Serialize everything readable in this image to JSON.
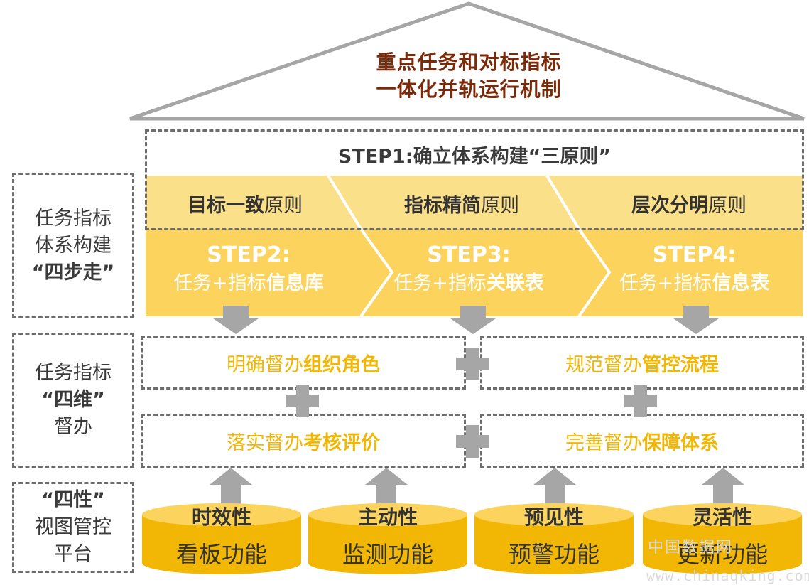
{
  "roof": {
    "title_line1": "重点任务和对标指标",
    "title_line2": "一体化并轨运行机制"
  },
  "step1": {
    "title": "STEP1:确立体系构建“三原则”",
    "principles": [
      {
        "bold": "目标一致",
        "rest": "原则"
      },
      {
        "bold": "指标精简",
        "rest": "原则"
      },
      {
        "bold": "层次分明",
        "rest": "原则"
      }
    ]
  },
  "steps": [
    {
      "step": "STEP2:",
      "prefix": "任务+指标",
      "bold": "信息库"
    },
    {
      "step": "STEP3:",
      "prefix": "任务+指标",
      "bold": "关联表"
    },
    {
      "step": "STEP4:",
      "prefix": "任务+指标",
      "bold": "信息表"
    }
  ],
  "side_labels": {
    "four_steps": {
      "line1": "任务指标",
      "line2": "体系构建",
      "line3": "“四步走”"
    },
    "four_dims": {
      "line1": "任务指标",
      "line2": "“四维”",
      "line3": "督办"
    },
    "four_props": {
      "line1": "“四性”",
      "line2": "视图管控",
      "line3": "平台"
    }
  },
  "dimensions": [
    {
      "prefix": "明确督办",
      "bold": "组织角色"
    },
    {
      "prefix": "规范督办",
      "bold": "管控流程"
    },
    {
      "prefix": "落实督办",
      "bold": "考核评价"
    },
    {
      "prefix": "完善督办",
      "bold": "保障体系"
    }
  ],
  "cylinders": [
    {
      "title": "时效性",
      "func": "看板功能"
    },
    {
      "title": "主动性",
      "func": "监测功能"
    },
    {
      "title": "预见性",
      "func": "预警功能"
    },
    {
      "title": "灵活性",
      "func": "更新功能"
    }
  ],
  "watermark": {
    "cn": "中国数据网",
    "url": "www.chinaqking.com"
  },
  "colors": {
    "yellow": "#f2b705",
    "light_yellow": "#fbd35d",
    "band": "#fbe08a",
    "gray": "#a6a6a6",
    "dash": "#6d6d6d",
    "roof_text": "#7b2a0a"
  }
}
